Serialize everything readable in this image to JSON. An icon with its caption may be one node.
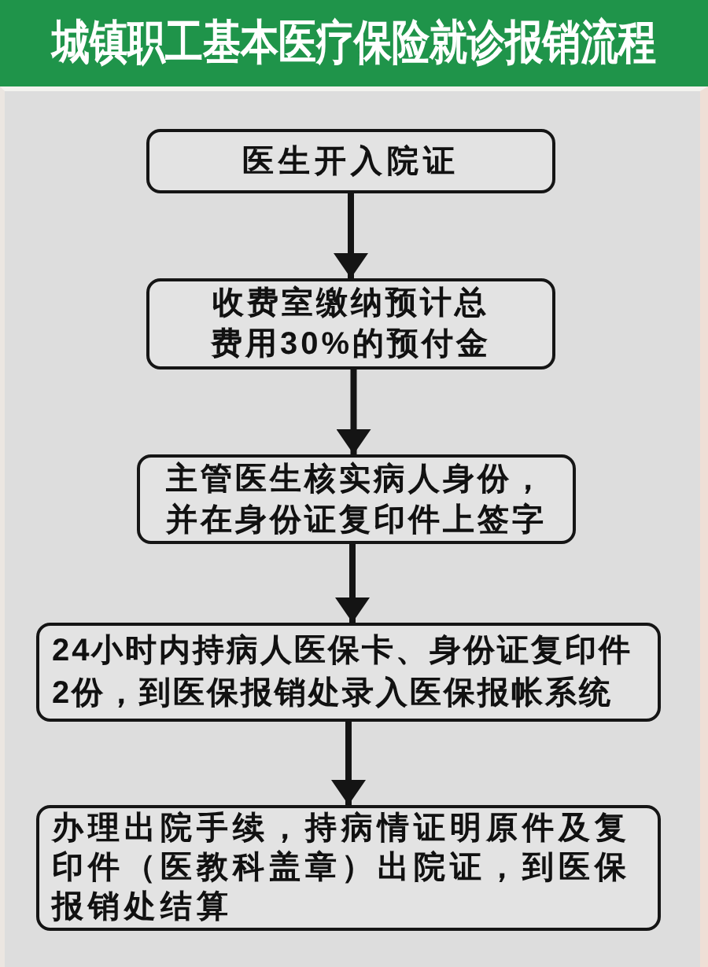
{
  "diagram": {
    "title": "城镇职工基本医疗保险就诊报销流程",
    "nodes": [
      {
        "text": [
          "医生开入院证"
        ]
      },
      {
        "text": [
          "收费室缴纳预计总费用30%的预付金"
        ]
      },
      {
        "text": [
          "主管医生核实病人身份，并在身份证复印件上签字"
        ]
      },
      {
        "text": [
          "24小时内持病人医保卡、身份证复印件2份，到医保报销处录入医保报帐系统"
        ]
      },
      {
        "text": [
          "办理出院手续，持病情证明原件及复印件（医教科盖章）出院证，到医保报销处结算"
        ]
      }
    ],
    "edges": [
      {
        "from": 0,
        "to": 1,
        "arrow": "to"
      },
      {
        "from": 1,
        "to": 2,
        "arrow": "to"
      },
      {
        "from": 2,
        "to": 3,
        "arrow": "to"
      },
      {
        "from": 3,
        "to": 4,
        "arrow": "to"
      }
    ]
  }
}
